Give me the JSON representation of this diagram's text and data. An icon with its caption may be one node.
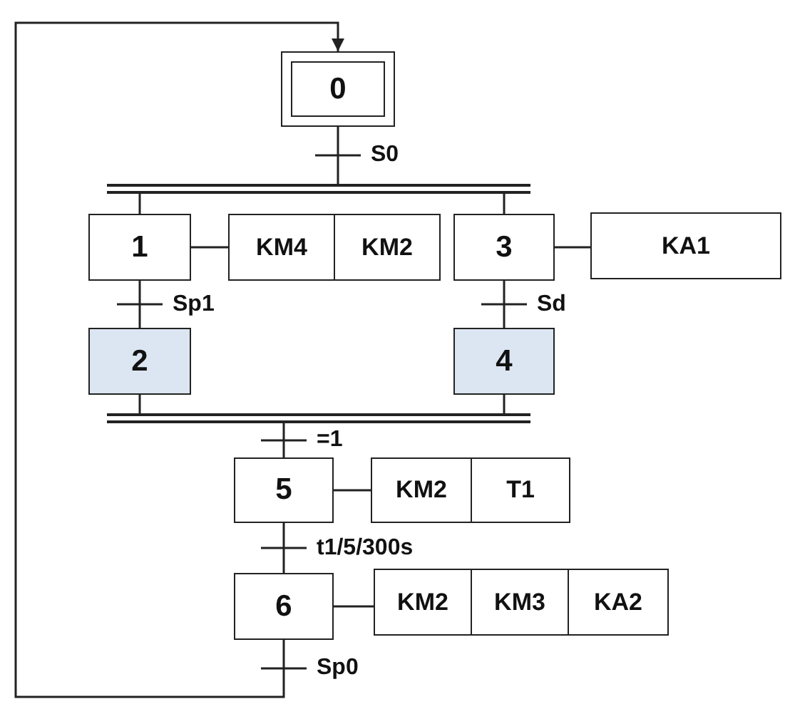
{
  "diagram": {
    "nodes": [
      {
        "text": [
          "0"
        ]
      },
      {
        "text": [],
        "shape": "bar"
      },
      {
        "text": [
          "1"
        ]
      },
      {
        "text": [
          "KM4"
        ]
      },
      {
        "text": [
          "KM2"
        ]
      },
      {
        "text": [
          "3"
        ]
      },
      {
        "text": [
          "KA1"
        ]
      },
      {
        "text": [
          "2"
        ]
      },
      {
        "text": [
          "4"
        ]
      },
      {
        "text": [],
        "shape": "bar"
      },
      {
        "text": [
          "5"
        ]
      },
      {
        "text": [
          "KM2"
        ]
      },
      {
        "text": [
          "T1"
        ]
      },
      {
        "text": [
          "6"
        ]
      },
      {
        "text": [
          "KM2"
        ]
      },
      {
        "text": [
          "KM3"
        ]
      },
      {
        "text": [
          "KA2"
        ]
      }
    ],
    "edges": [
      {
        "from": 0,
        "to": 1,
        "arrow": "none",
        "label": "S0"
      },
      {
        "from": 1,
        "to": 2,
        "arrow": "none"
      },
      {
        "from": 1,
        "to": 5,
        "arrow": "none"
      },
      {
        "from": 2,
        "to": 3,
        "arrow": "none"
      },
      {
        "from": 5,
        "to": 6,
        "arrow": "none"
      },
      {
        "from": 2,
        "to": 7,
        "arrow": "none",
        "label": "Sp1"
      },
      {
        "from": 5,
        "to": 8,
        "arrow": "none",
        "label": "Sd"
      },
      {
        "from": 7,
        "to": 9,
        "arrow": "none"
      },
      {
        "from": 8,
        "to": 9,
        "arrow": "none"
      },
      {
        "from": 9,
        "to": 10,
        "arrow": "none",
        "label": "=1"
      },
      {
        "from": 10,
        "to": 11,
        "arrow": "none"
      },
      {
        "from": 10,
        "to": 13,
        "arrow": "none",
        "label": "t1/5/300s"
      },
      {
        "from": 13,
        "to": 14,
        "arrow": "none"
      },
      {
        "from": 13,
        "to": 0,
        "arrow": "to",
        "label": "Sp0"
      }
    ]
  }
}
